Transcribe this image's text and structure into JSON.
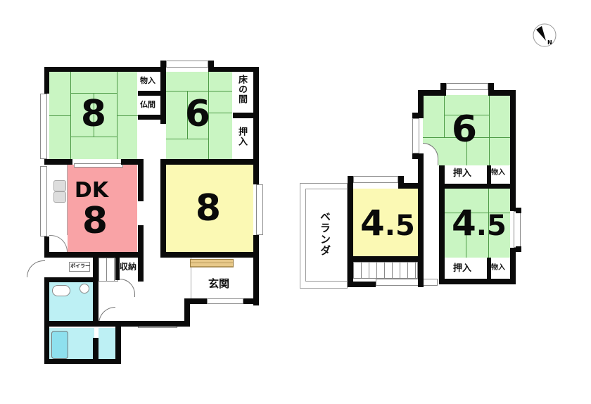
{
  "floor1": {
    "rooms": {
      "washitsu_8": {
        "size": "8",
        "type": "tatami"
      },
      "washitsu_6": {
        "size": "6",
        "type": "tatami"
      },
      "dk": {
        "label": "DK",
        "size": "8"
      },
      "yoshitsu_8": {
        "size": "8"
      }
    },
    "labels": {
      "monoire": "物入",
      "butsuma": "仏間",
      "tokonoma": "床の間",
      "oshiire": "押入",
      "boiler": "ボイラー",
      "shuno": "収納",
      "genkan": "玄関"
    }
  },
  "floor2": {
    "rooms": {
      "washitsu_6": {
        "size": "6"
      },
      "yoshitsu_45": {
        "size_int": "4",
        "size_dec": ".5"
      },
      "washitsu_45": {
        "size_int": "4",
        "size_dec": ".5"
      }
    },
    "labels": {
      "veranda": "ベランダ",
      "oshiire_upper": "押入",
      "monoire_upper": "物入",
      "oshiire_lower": "押入",
      "monoire_lower": "物入"
    }
  },
  "compass": {
    "label": "N",
    "icon": "compass-north-icon"
  },
  "colors": {
    "tatami": "#c9f5c2",
    "dk": "#f9a3a6",
    "western": "#fbf9b4",
    "wet_area": "#bdf0f4",
    "wall": "#0a0a0a",
    "entry_step": "#e8c98a"
  }
}
